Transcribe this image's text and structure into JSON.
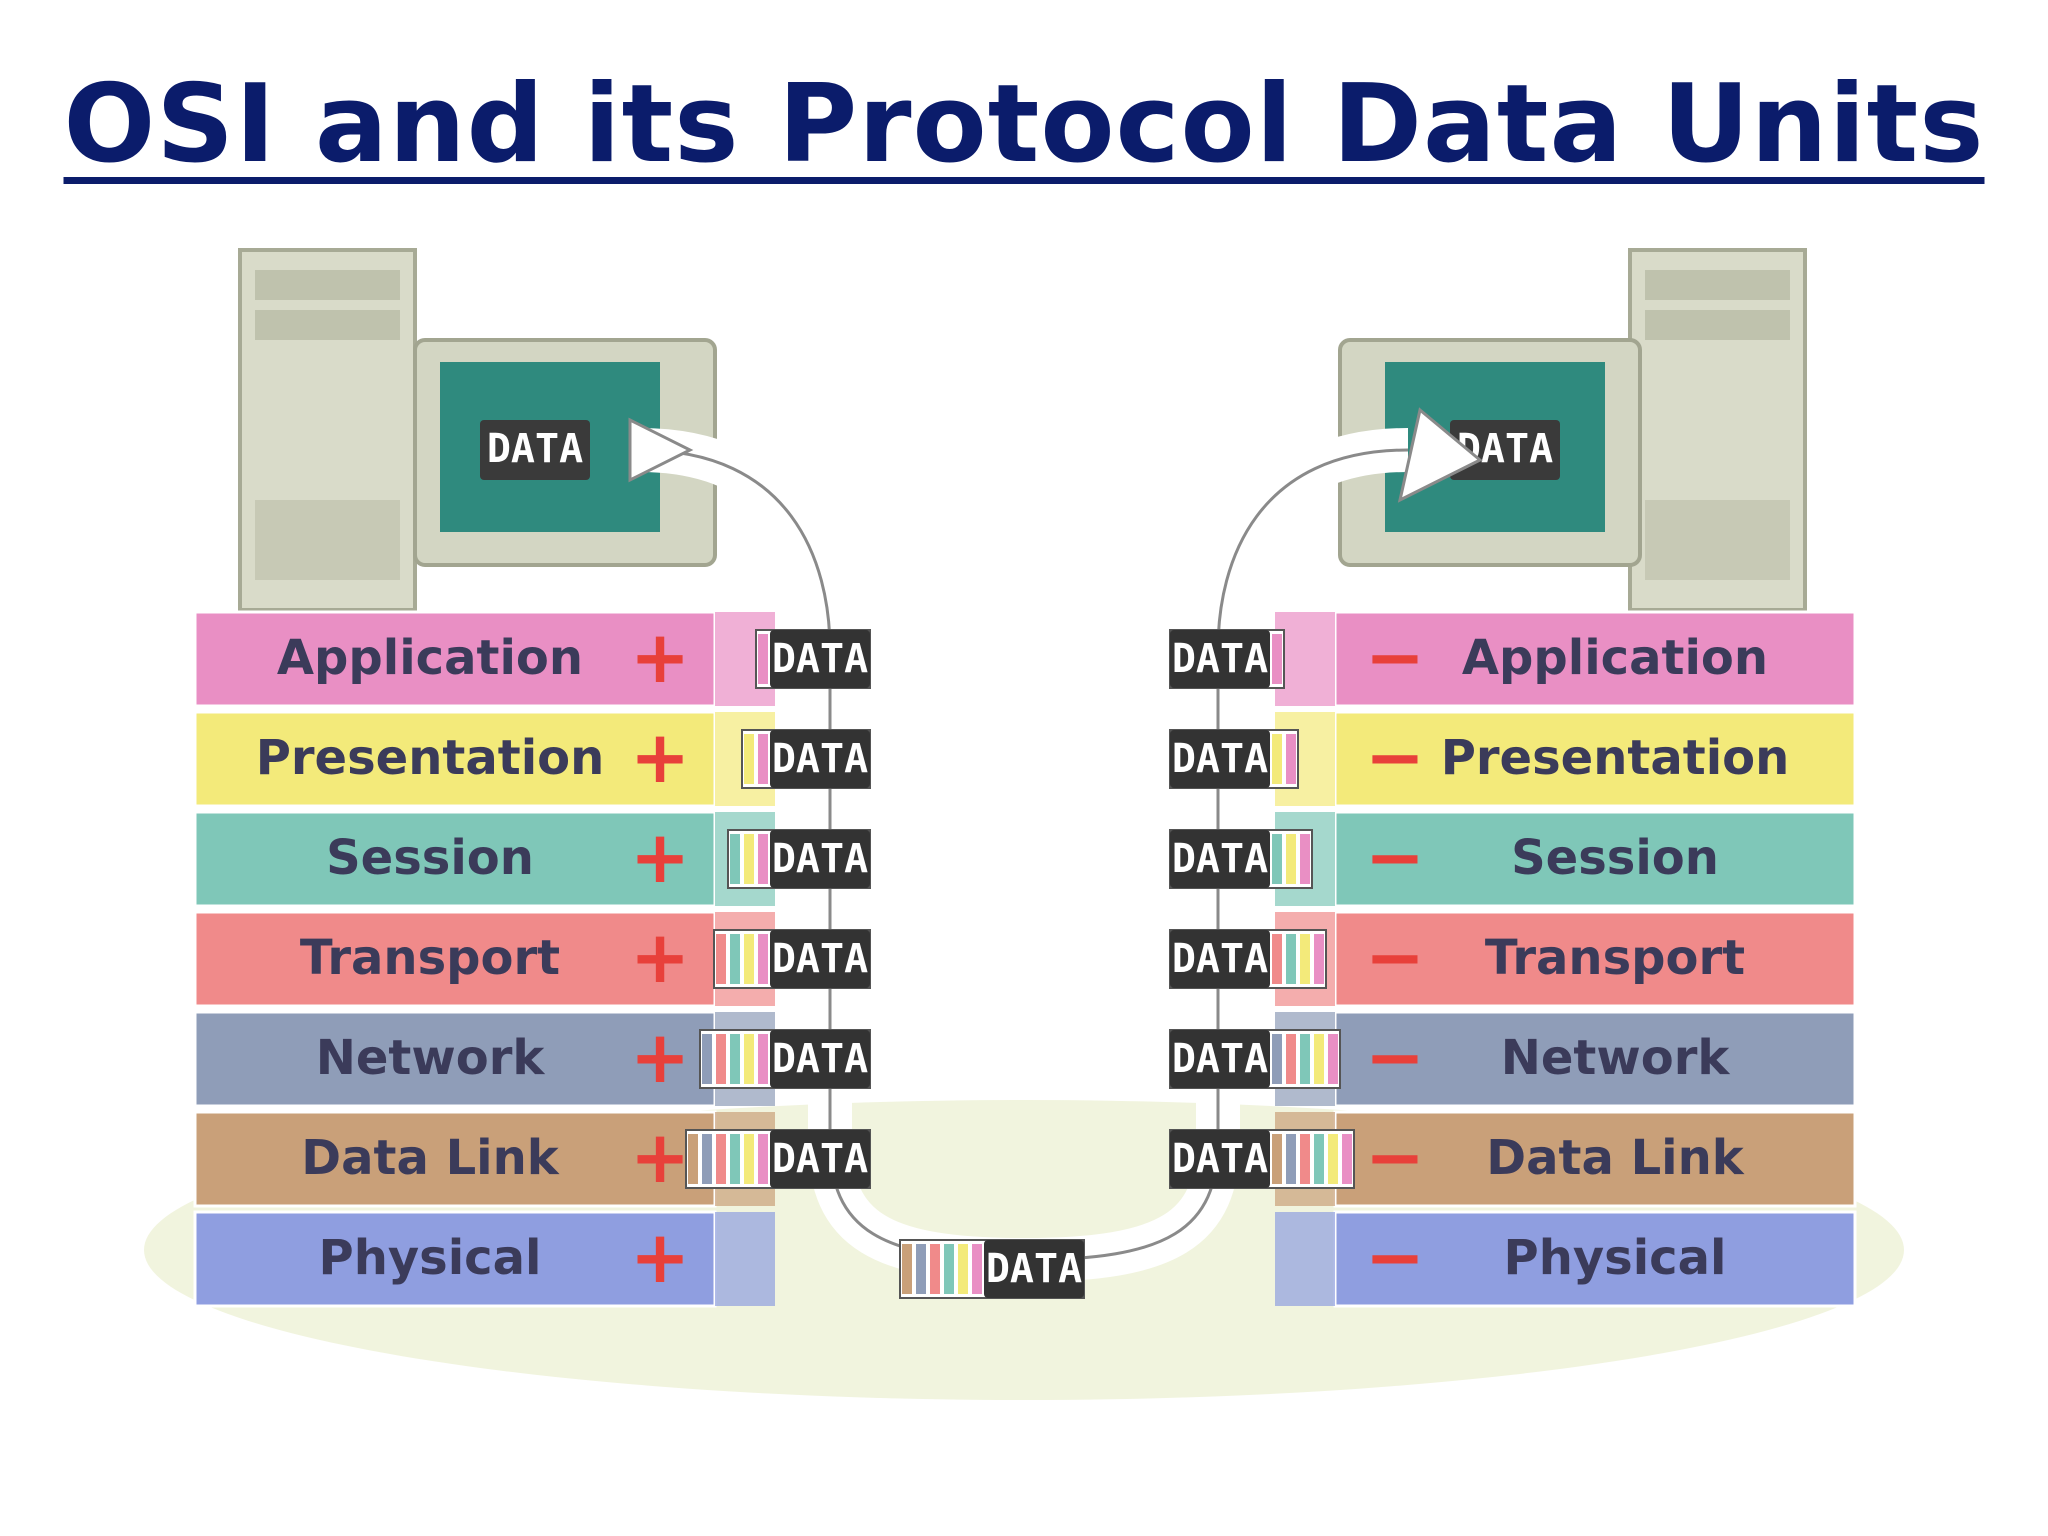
{
  "title": "OSI and its Protocol Data Units",
  "data_label": "DATA",
  "layers": [
    {
      "name": "Application",
      "color": "#e98fc4"
    },
    {
      "name": "Presentation",
      "color": "#f3ea7a"
    },
    {
      "name": "Session",
      "color": "#7fc7b8"
    },
    {
      "name": "Transport",
      "color": "#f08a8a"
    },
    {
      "name": "Network",
      "color": "#8f9db8"
    },
    {
      "name": "Data Link",
      "color": "#c9a079"
    },
    {
      "name": "Physical",
      "color": "#8f9ee0"
    }
  ],
  "sender": {
    "operator": "+"
  },
  "receiver": {
    "operator": "−"
  },
  "header_colors": [
    "#e98fc4",
    "#f3ea7a",
    "#7fc7b8",
    "#f08a8a",
    "#8f9db8",
    "#c9a079"
  ]
}
